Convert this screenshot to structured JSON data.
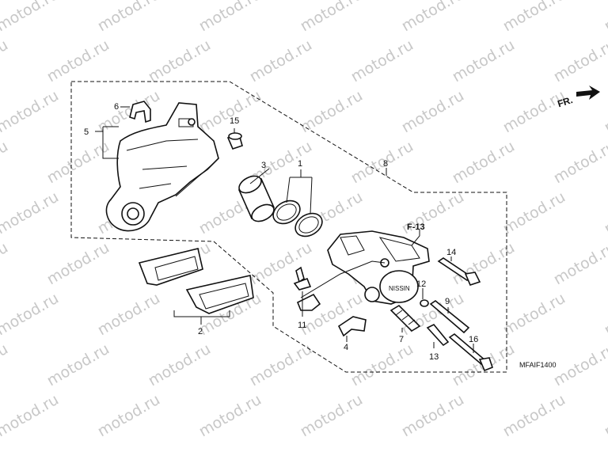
{
  "watermark": "motod.ru",
  "callouts": {
    "p1": "1",
    "p2": "2",
    "p3": "3",
    "p4": "4",
    "p5": "5",
    "p6": "6",
    "p7": "7",
    "p8": "8",
    "p9": "9",
    "p11": "11",
    "p12": "12",
    "p13": "13",
    "p14": "14",
    "p15": "15",
    "p16": "16"
  },
  "reference": "F-13",
  "direction": "FR.",
  "diagram_code": "MFAIF1400",
  "caliper_brand": "NISSIN"
}
